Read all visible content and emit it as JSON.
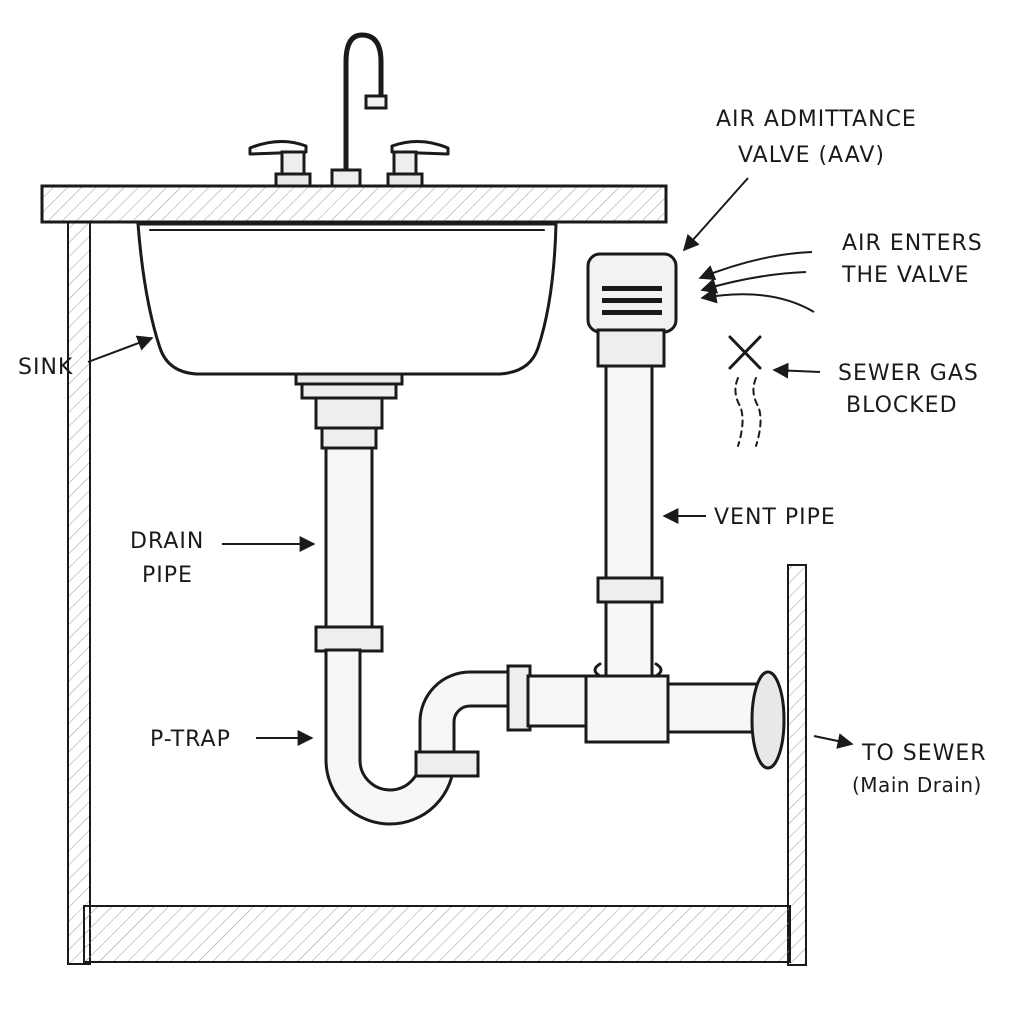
{
  "labels": {
    "sink": "SINK",
    "drain_pipe_line1": "DRAIN",
    "drain_pipe_line2": "PIPE",
    "p_trap": "P-TRAP",
    "aav_line1": "AIR ADMITTANCE",
    "aav_line2": "VALVE (AAV)",
    "air_enters_line1": "AIR ENTERS",
    "air_enters_line2": "THE VALVE",
    "sewer_gas_line1": "SEWER GAS",
    "sewer_gas_line2": "BLOCKED",
    "vent_pipe": "VENT PIPE",
    "to_sewer_line1": "TO SEWER",
    "to_sewer_line2": "(Main Drain)"
  }
}
